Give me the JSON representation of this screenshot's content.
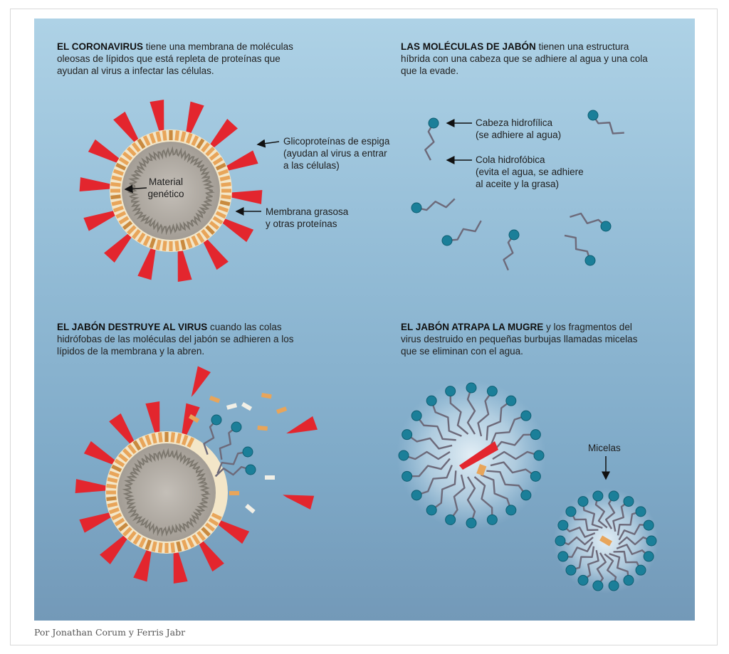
{
  "panels": {
    "coronavirus": {
      "title": "EL CORONAVIRUS",
      "text": " tiene una membrana de moléculas oleosas de lípidos que está repleta de proteínas que ayudan al virus a infectar las células."
    },
    "soap_molecules": {
      "title": "LAS MOLÉCULAS DE JABÓN",
      "text": " tienen una estructura híbrida con una cabeza que se adhiere al agua y una cola que la evade."
    },
    "soap_destroys": {
      "title": "EL JABÓN DESTRUYE AL VIRUS",
      "text": " cuando las colas hidrófobas de las moléculas del jabón se adhieren a los lípidos de la membrana y la abren."
    },
    "soap_traps": {
      "title": "EL JABÓN ATRAPA LA MUGRE",
      "text": " y los fragmentos del virus destruido en pequeñas burbujas llamadas micelas que se eliminan con el agua."
    }
  },
  "labels": {
    "spike_line1": "Glicoproteínas de espiga",
    "spike_line2": "(ayudan al virus a entrar",
    "spike_line3": "a las células)",
    "genetic_line1": "Material",
    "genetic_line2": "genético",
    "membrane_line1": "Membrana grasosa",
    "membrane_line2": "y otras proteínas",
    "head_line1": "Cabeza hidrofílica",
    "head_line2": "(se adhiere al agua)",
    "tail_line1": "Cola hidrofóbica",
    "tail_line2": "(evita el agua, se adhiere",
    "tail_line3": "al aceite y la grasa)",
    "micelas": "Micelas"
  },
  "credit": "Por Jonathan Corum y Ferris Jabr",
  "colors": {
    "spike": "#e3262e",
    "membrane": "#e8a55a",
    "core": "#a9a39b",
    "rna": "#7d786f",
    "soap_head": "#1b7f99",
    "soap_tail": "#6d6a7a"
  }
}
